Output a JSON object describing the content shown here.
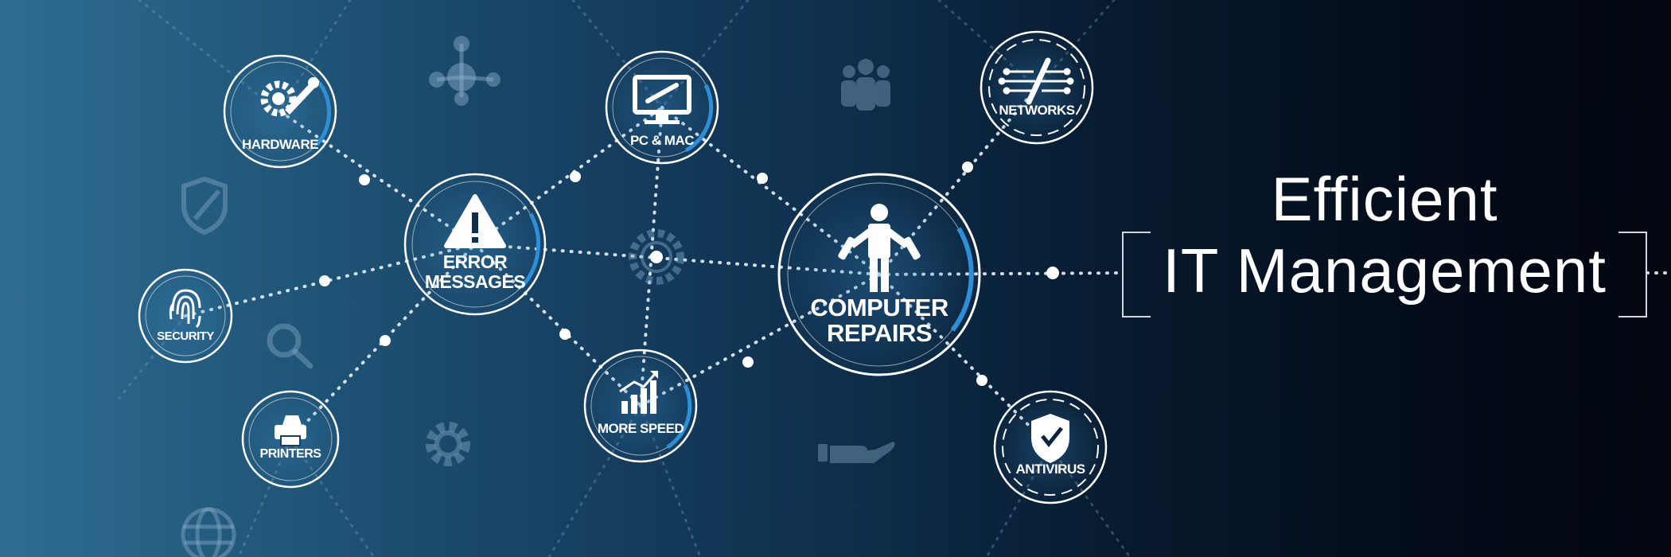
{
  "headline": {
    "line1": "Efficient",
    "line2": "IT Management"
  },
  "nodes": {
    "hardware": "HARDWARE",
    "pc_mac": "PC & MAC",
    "networks": "NETWORKS",
    "error_1": "ERROR",
    "error_2": "MESSAGES",
    "repairs_1": "COMPUTER",
    "repairs_2": "REPAIRS",
    "security": "SECURITY",
    "more_speed": "MORE SPEED",
    "printers": "PRINTERS",
    "antivirus": "ANTIVIRUS"
  },
  "background_icons": [
    "molecule-icon",
    "team-icon",
    "shield-icon",
    "search-icon",
    "gear-icon",
    "hand-icon",
    "globe-icon"
  ],
  "colors": {
    "accent_ring": "#2d8fd6",
    "text": "#ffffff"
  }
}
